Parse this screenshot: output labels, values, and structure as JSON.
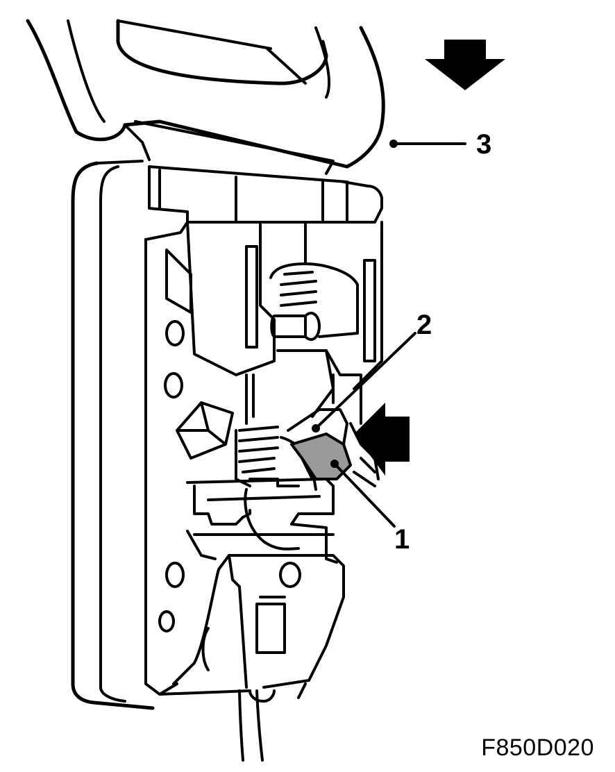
{
  "callouts": [
    {
      "id": "1",
      "label": "1"
    },
    {
      "id": "2",
      "label": "2"
    },
    {
      "id": "3",
      "label": "3"
    }
  ],
  "figure_code": "F850D020",
  "colors": {
    "line": "#000000",
    "background": "#ffffff",
    "highlight": "#9a9a9a"
  },
  "icons": [
    "down-arrow-icon",
    "left-arrow-icon"
  ]
}
